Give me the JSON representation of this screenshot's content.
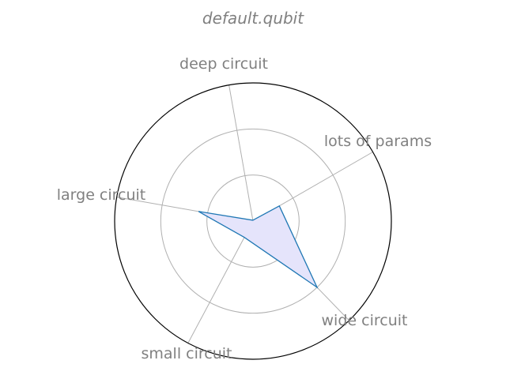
{
  "chart_data": {
    "type": "radar",
    "title": "default.qubit",
    "categories": [
      "lots of params",
      "deep circuit",
      "large circuit",
      "small circuit",
      "wide circuit"
    ],
    "series": [
      {
        "values": [
          0.33,
          0.01,
          0.6,
          0.2,
          1.0
        ]
      }
    ],
    "rlim": [
      0,
      1.5
    ],
    "rgrid": [
      0.5,
      1.0
    ],
    "grid": true,
    "colors": {
      "line": "#1f77b4",
      "fill": "#e5e4fb",
      "grid": "#b0b0b0",
      "text": "#808080"
    }
  }
}
